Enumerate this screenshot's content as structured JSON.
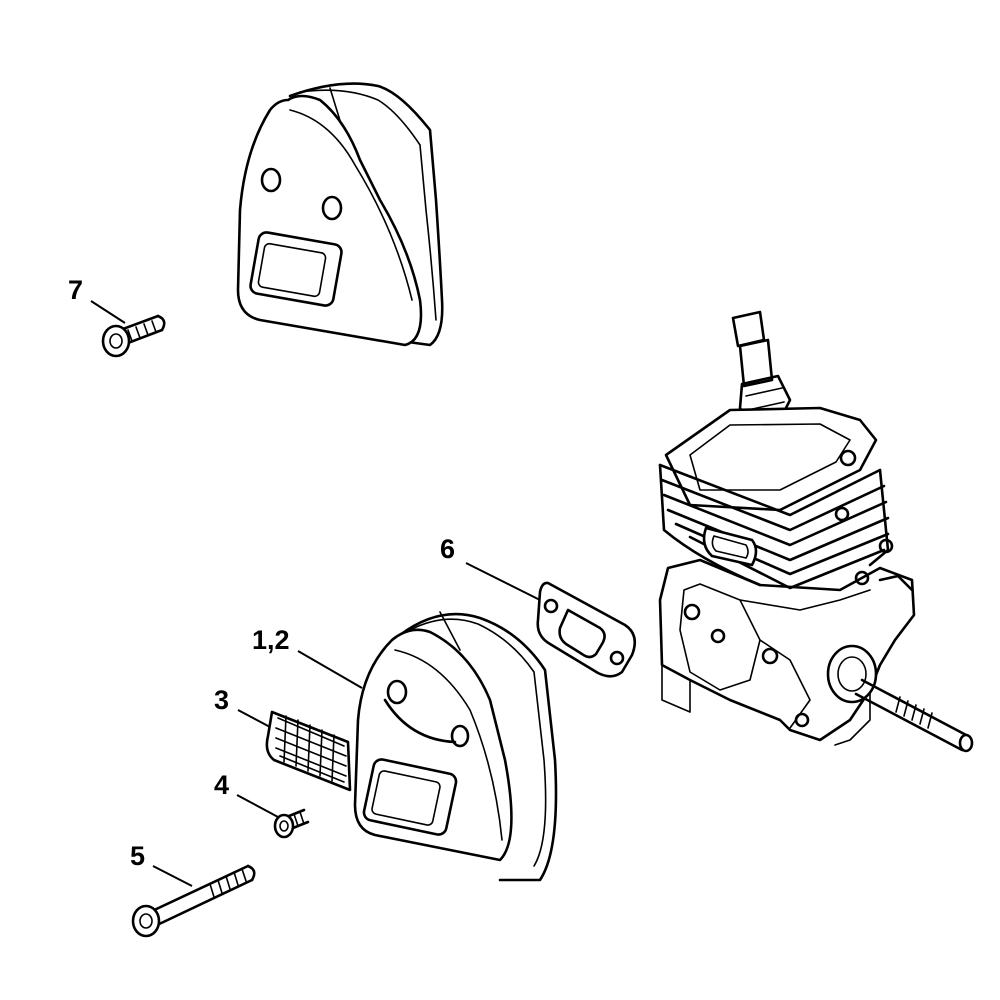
{
  "callouts": {
    "c7": "7",
    "c6": "6",
    "c12": "1,2",
    "c3": "3",
    "c4": "4",
    "c5": "5"
  }
}
